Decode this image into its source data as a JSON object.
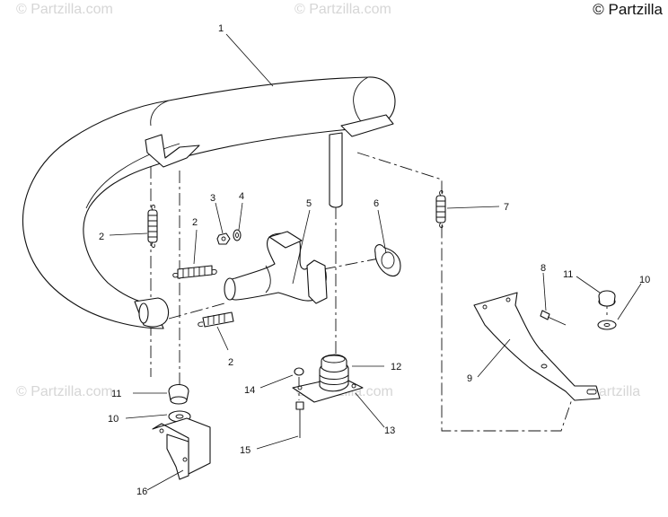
{
  "watermarks": [
    "© Partzilla.com",
    "© Partzilla.com",
    "© Partzilla.com",
    "© Partzilla.com",
    "© Partzilla"
  ],
  "copyright": "© Partzilla",
  "callouts": [
    "1",
    "2",
    "3",
    "4",
    "2",
    "5",
    "6",
    "7",
    "8",
    "11",
    "10",
    "2",
    "9",
    "12",
    "14",
    "11",
    "10",
    "13",
    "15",
    "16"
  ]
}
